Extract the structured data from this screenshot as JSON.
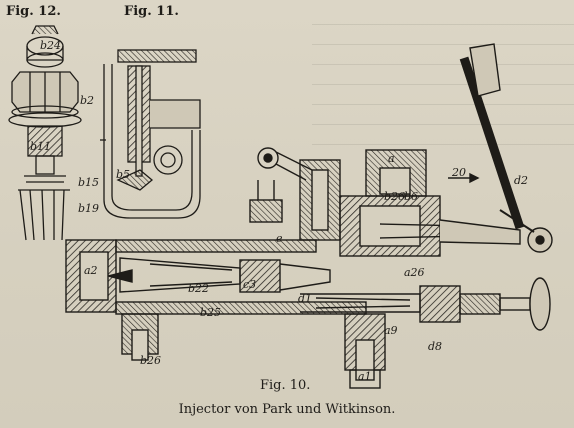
{
  "figures": {
    "fig12": "Fig. 12.",
    "fig11": "Fig. 11.",
    "fig10": "Fig. 10."
  },
  "caption": "Injector von Park und Witkinson.",
  "annotations": [
    {
      "id": "b24",
      "text": "b24"
    },
    {
      "id": "b2",
      "text": "b2"
    },
    {
      "id": "b11",
      "text": "b11"
    },
    {
      "id": "b15",
      "text": "b15"
    },
    {
      "id": "b19",
      "text": "b19"
    },
    {
      "id": "b5",
      "text": "b5"
    },
    {
      "id": "a-top",
      "text": "a"
    },
    {
      "id": "b26-top",
      "text": "b26"
    },
    {
      "id": "b6",
      "text": "b6"
    },
    {
      "id": "arrow20",
      "text": "20"
    },
    {
      "id": "d2",
      "text": "d2"
    },
    {
      "id": "a2",
      "text": "a2"
    },
    {
      "id": "e",
      "text": "e"
    },
    {
      "id": "a26",
      "text": "a26"
    },
    {
      "id": "b22",
      "text": "b22"
    },
    {
      "id": "c3",
      "text": "c3"
    },
    {
      "id": "d1",
      "text": "d1"
    },
    {
      "id": "b25",
      "text": "b25"
    },
    {
      "id": "a9",
      "text": "a9"
    },
    {
      "id": "d8",
      "text": "d8"
    },
    {
      "id": "b26-bottom",
      "text": "b26"
    },
    {
      "id": "a1",
      "text": "a1"
    }
  ]
}
